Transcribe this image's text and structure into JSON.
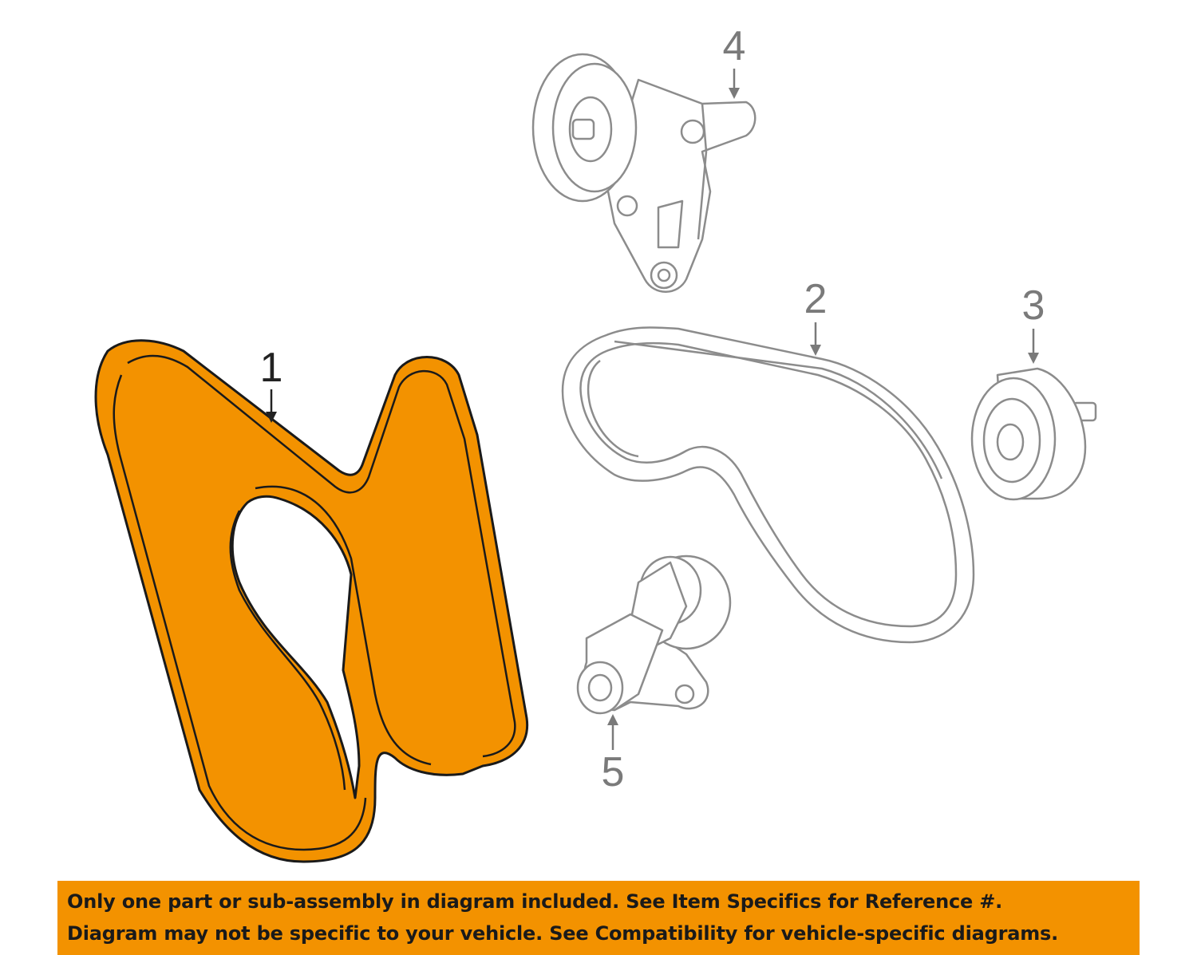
{
  "diagram": {
    "callouts": [
      {
        "id": "1",
        "label": "1"
      },
      {
        "id": "2",
        "label": "2"
      },
      {
        "id": "3",
        "label": "3"
      },
      {
        "id": "4",
        "label": "4"
      },
      {
        "id": "5",
        "label": "5"
      }
    ],
    "highlight_color": "#f39200",
    "outline_color": "#8c8c8c"
  },
  "disclaimer": {
    "line1": "Only one part or sub-assembly in diagram included. See Item Specifics for Reference #.",
    "line2": "Diagram may not be specific to your vehicle. See Compatibility for vehicle-specific diagrams."
  }
}
